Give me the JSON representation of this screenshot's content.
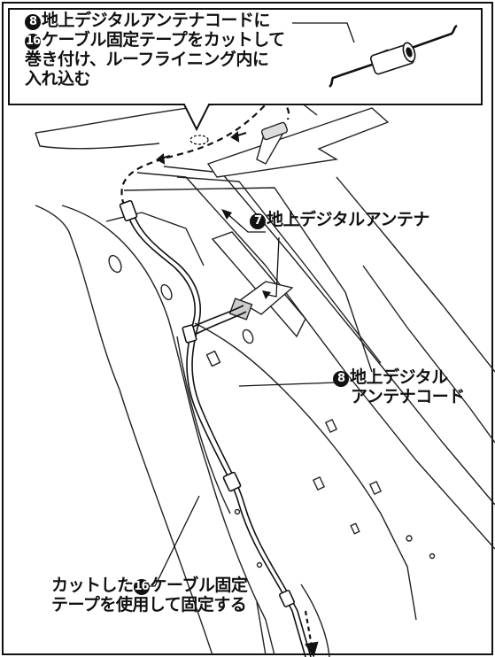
{
  "box_callout": {
    "num_a": "8",
    "line1": "地上デジタルアンテナコードに",
    "num_b": "16",
    "line2": "ケーブル固定テープをカットして",
    "line3": "巻き付け、ルーフライニング内に",
    "line4": "入れ込む"
  },
  "antenna_label": {
    "num": "7",
    "text": "地上デジタルアンテナ"
  },
  "cord_label": {
    "num": "8",
    "line1": "地上デジタル",
    "line2": "アンテナコード"
  },
  "cut_label": {
    "prefix": "カットした",
    "num": "16",
    "line1_suffix": "ケーブル固定",
    "line2": "テープを使用して固定する"
  }
}
